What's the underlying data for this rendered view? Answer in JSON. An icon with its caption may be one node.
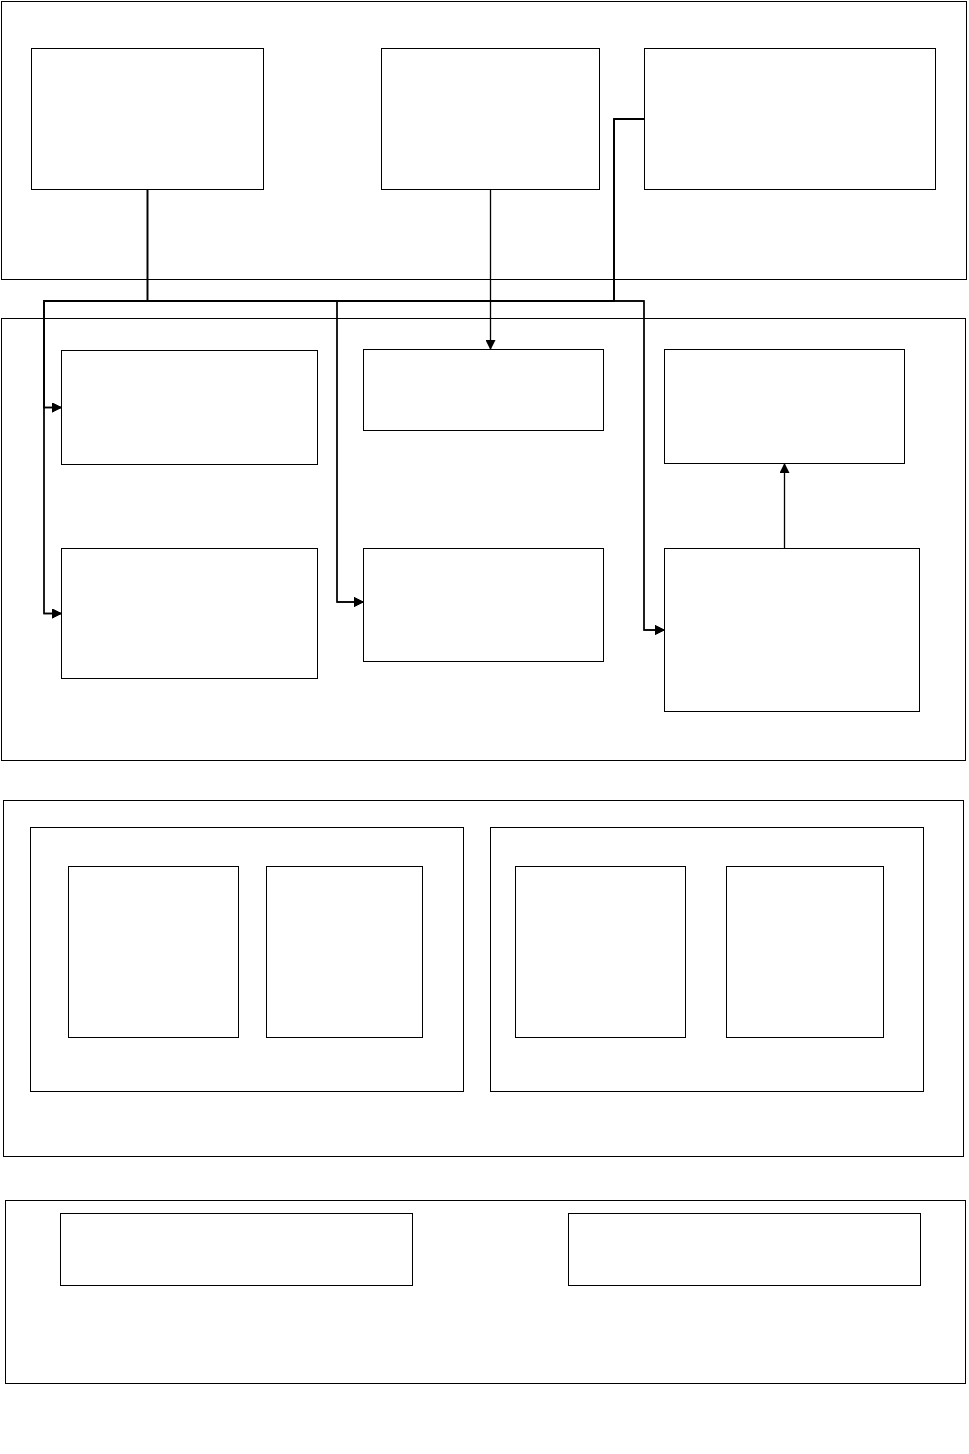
{
  "diagram": {
    "nodes": [
      {
        "text": [],
        "shape": "box"
      },
      {
        "text": [],
        "shape": "box",
        "in": 0
      },
      {
        "text": [],
        "shape": "box",
        "in": 0
      },
      {
        "text": [],
        "shape": "box",
        "in": 0
      },
      {
        "text": [],
        "shape": "box"
      },
      {
        "text": [],
        "shape": "box",
        "in": 4
      },
      {
        "text": [],
        "shape": "box",
        "in": 4
      },
      {
        "text": [],
        "shape": "box",
        "in": 4
      },
      {
        "text": [],
        "shape": "box",
        "in": 4
      },
      {
        "text": [],
        "shape": "box",
        "in": 4
      },
      {
        "text": [],
        "shape": "box",
        "in": 4
      },
      {
        "text": [],
        "shape": "box"
      },
      {
        "text": [],
        "shape": "box",
        "in": 11
      },
      {
        "text": [],
        "shape": "box",
        "in": 12
      },
      {
        "text": [],
        "shape": "box",
        "in": 12
      },
      {
        "text": [],
        "shape": "box",
        "in": 11
      },
      {
        "text": [],
        "shape": "box",
        "in": 15
      },
      {
        "text": [],
        "shape": "box",
        "in": 15
      },
      {
        "text": [],
        "shape": "box"
      },
      {
        "text": [],
        "shape": "box",
        "in": 18
      },
      {
        "text": [],
        "shape": "box",
        "in": 18
      }
    ],
    "edges": [
      {
        "from": 1,
        "to": 5,
        "arrow": "to"
      },
      {
        "from": 1,
        "to": 8,
        "arrow": "to"
      },
      {
        "from": 1,
        "to": 9,
        "arrow": "to"
      },
      {
        "from": 1,
        "to": 10,
        "arrow": "to"
      },
      {
        "from": 2,
        "to": 6,
        "arrow": "to"
      },
      {
        "from": 3,
        "to": 5,
        "arrow": "to"
      },
      {
        "from": 3,
        "to": 8,
        "arrow": "to"
      },
      {
        "from": 3,
        "to": 9,
        "arrow": "to"
      },
      {
        "from": 3,
        "to": 10,
        "arrow": "to"
      },
      {
        "from": 10,
        "to": 7,
        "arrow": "to"
      }
    ]
  }
}
